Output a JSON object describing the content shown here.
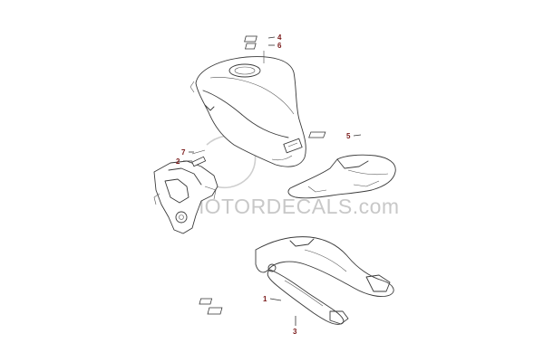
{
  "watermark": {
    "text": "MOTORDECALS.com"
  },
  "callouts": [
    {
      "id": "1",
      "label": "1"
    },
    {
      "id": "2",
      "label": "2"
    },
    {
      "id": "3",
      "label": "3"
    },
    {
      "id": "4",
      "label": "4"
    },
    {
      "id": "5",
      "label": "5"
    },
    {
      "id": "6",
      "label": "6"
    },
    {
      "id": "7",
      "label": "7"
    }
  ]
}
